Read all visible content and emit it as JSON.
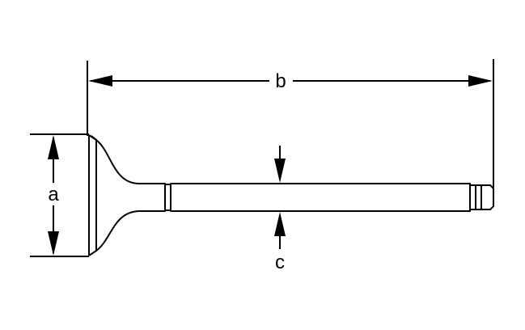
{
  "diagram": {
    "labels": {
      "a": "a",
      "b": "b",
      "c": "c"
    },
    "colors": {
      "line": "#000000",
      "background": "#ffffff"
    }
  }
}
